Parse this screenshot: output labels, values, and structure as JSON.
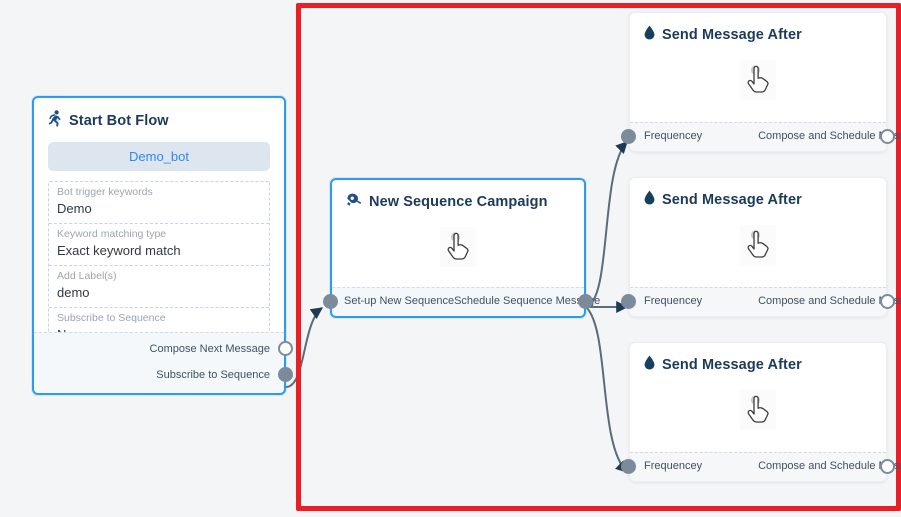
{
  "canvas": {
    "background": "#f4f5f7",
    "annotation": {
      "name": "red-highlight-rectangle",
      "color": "#ec1d24"
    }
  },
  "nodes": {
    "start_bot_flow": {
      "title": "Start Bot Flow",
      "icon": "running-person-icon",
      "selected": true,
      "bot_pill": "Demo_bot",
      "fields": [
        {
          "label": "Bot trigger keywords",
          "value": "Demo"
        },
        {
          "label": "Keyword matching type",
          "value": "Exact keyword match"
        },
        {
          "label": "Add Label(s)",
          "value": "demo"
        },
        {
          "label": "Subscribe to Sequence",
          "value": "New sequence"
        }
      ],
      "outputs": [
        {
          "label": "Compose Next Message",
          "port": "hollow"
        },
        {
          "label": "Subscribe to Sequence",
          "port": "filled"
        }
      ]
    },
    "new_sequence_campaign": {
      "title": "New Sequence Campaign",
      "icon": "megaphone-icon",
      "selected": true,
      "body_icon": "hand-pointer-icon",
      "input_label": "Set-up New Sequence",
      "output_label": "Schedule Sequence Message"
    },
    "send_message_cards": [
      {
        "title": "Send Message After",
        "icon": "water-drop-icon",
        "body_icon": "hand-pointer-icon",
        "input_label": "Frequencey",
        "output_label": "Compose and Schedule Message"
      },
      {
        "title": "Send Message After",
        "icon": "water-drop-icon",
        "body_icon": "hand-pointer-icon",
        "input_label": "Frequencey",
        "output_label": "Compose and Schedule Message"
      },
      {
        "title": "Send Message After",
        "icon": "water-drop-icon",
        "body_icon": "hand-pointer-icon",
        "input_label": "Frequencey",
        "output_label": "Compose and Schedule Message"
      }
    ]
  },
  "colors": {
    "node_selected_border": "#2e9bf0",
    "title_text": "#1c3a5b",
    "pill_bg": "#dde5ee",
    "pill_text": "#2e8aec",
    "port": "#7c8b9b",
    "edge": "#5c6b7a",
    "annotation": "#ec1d24"
  }
}
